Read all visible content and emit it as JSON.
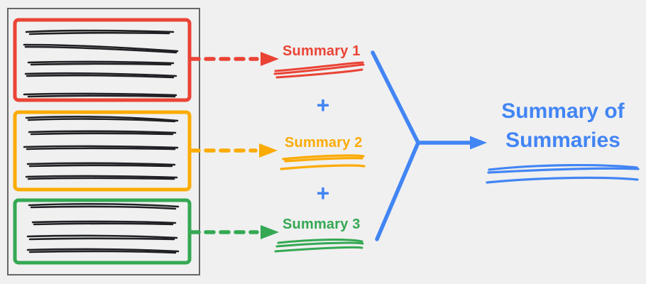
{
  "colors": {
    "background": "#F0F0F0",
    "document_border": "#666666",
    "ink": "#202124",
    "red": "#EA4335",
    "orange": "#FBAB05",
    "green": "#34A853",
    "blue": "#4285F4"
  },
  "summaries": [
    {
      "label": "Summary 1",
      "color": "#EA4335"
    },
    {
      "label": "Summary 2",
      "color": "#FBAB05"
    },
    {
      "label": "Summary 3",
      "color": "#34A853"
    }
  ],
  "operators": {
    "plus": "+"
  },
  "final_summary": {
    "title": "Summary of Summaries",
    "lines": [
      "Summary of",
      "Summaries"
    ],
    "color": "#4285F4"
  }
}
